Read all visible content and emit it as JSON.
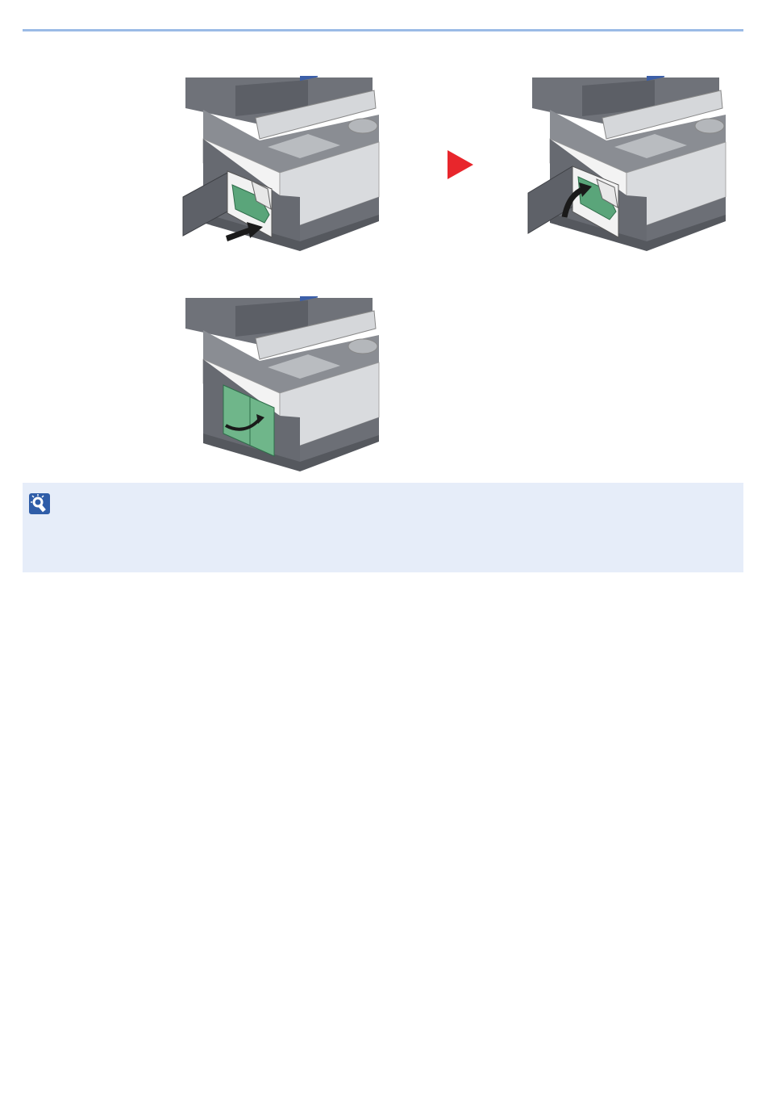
{
  "header": {
    "rule_color": "#9bbbe6"
  },
  "figures": [
    {
      "name": "printer-insert-toner",
      "overlay": "push-arrow-icon"
    },
    {
      "name": "printer-lift-lever",
      "overlay": "curved-arrow-icon"
    },
    {
      "name": "printer-close-cover",
      "overlay": "curved-arrow-icon"
    }
  ],
  "step_arrow": {
    "icon": "next-step-triangle-icon",
    "color": "#e8262c"
  },
  "note": {
    "icon": "note-bulb-icon",
    "text": "",
    "background": "#e6edf9"
  },
  "colors": {
    "body_dark": "#6c6f76",
    "body_light": "#d9dbde",
    "toner_green": "#5aa57a",
    "white_panel": "#f3f3f3"
  }
}
